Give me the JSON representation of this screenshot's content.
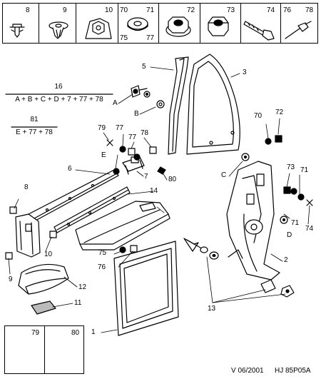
{
  "legend_top": {
    "cells": [
      {
        "ref": "8",
        "icon": "push-rivet-icon"
      },
      {
        "ref": "9",
        "icon": "expansion-clip-icon"
      },
      {
        "ref": "10",
        "icon": "plastic-nut-clip-icon"
      },
      {
        "ref_tl": "70",
        "ref_tr": "71",
        "ref_bl": "75",
        "ref_br": "77",
        "icon": "flat-washer-icon"
      },
      {
        "ref": "72",
        "icon": "hex-flange-nut-icon"
      },
      {
        "ref": "73",
        "icon": "hex-nut-icon"
      },
      {
        "ref": "74",
        "icon": "hex-bolt-icon"
      },
      {
        "ref_tl": "76",
        "ref_tr": "78",
        "icon": "pop-rivet-icon"
      }
    ]
  },
  "formulas": [
    {
      "number": "16",
      "expression": "A + B + C + D + 7 + 77 + 78"
    },
    {
      "number": "81",
      "expression": "E + 77 + 78"
    }
  ],
  "callouts": {
    "c1": "1",
    "c2": "2",
    "c3": "3",
    "c5": "5",
    "c6": "6",
    "c7": "7",
    "c8": "8",
    "c9": "9",
    "c10": "10",
    "c11": "11",
    "c12": "12",
    "c13": "13",
    "c14": "14",
    "c70": "70",
    "c71a": "71",
    "c71b": "71",
    "c72": "72",
    "c73": "73",
    "c74": "74",
    "c75": "75",
    "c76": "76",
    "c77a": "77",
    "c77b": "77",
    "c78": "78",
    "c79": "79",
    "c80": "80",
    "cA": "A",
    "cB": "B",
    "cC": "C",
    "cD": "D",
    "cE": "E"
  },
  "legend_bottom": {
    "cells": [
      {
        "ref": "79",
        "icon": "self-tapping-screw-icon"
      },
      {
        "ref": "80",
        "icon": "speed-nut-clip-icon"
      }
    ]
  },
  "footer": {
    "date": "V 06/2001",
    "reference": "HJ 85P05A"
  }
}
